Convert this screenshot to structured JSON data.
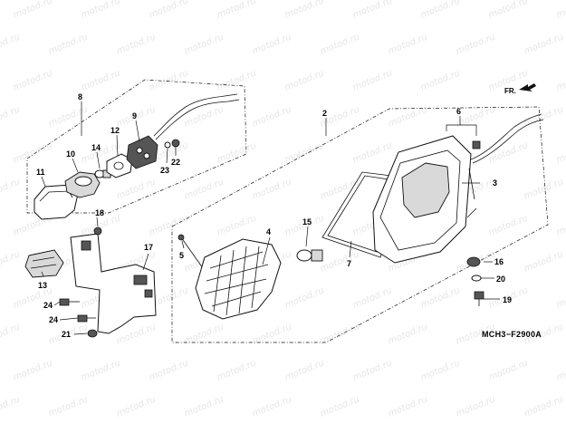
{
  "watermark": "motod.ru",
  "diagram_code": "MCH3−F2900A",
  "direction_label": "FR.",
  "callouts": {
    "c1": "2",
    "c2": "3",
    "c3": "4",
    "c4": "5",
    "c5": "6",
    "c6": "7",
    "c7": "8",
    "c8": "9",
    "c9": "10",
    "c10": "11",
    "c11": "12",
    "c12": "13",
    "c13": "14",
    "c14": "15",
    "c15": "16",
    "c16": "17",
    "c17": "18",
    "c18": "19",
    "c19": "20",
    "c20": "21",
    "c21": "22",
    "c22": "23",
    "c23": "24",
    "c24": "24"
  }
}
